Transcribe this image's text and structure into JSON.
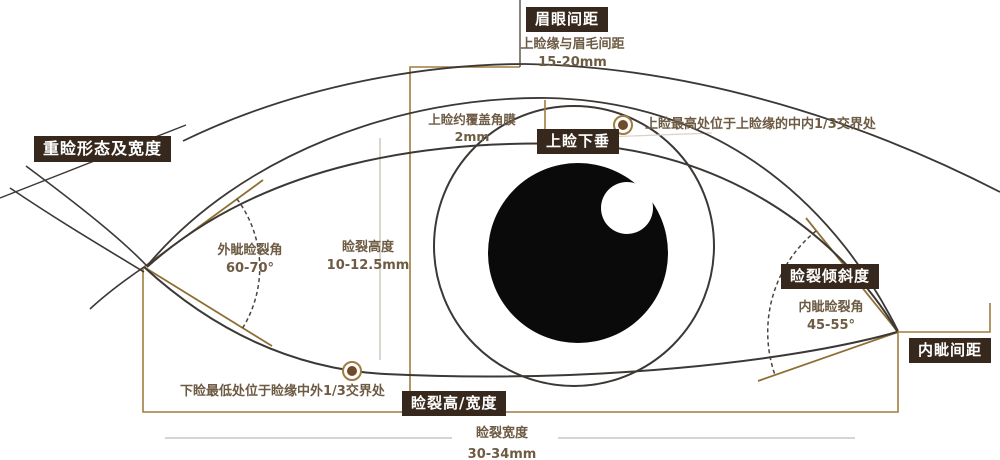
{
  "diagram": {
    "boxes": {
      "brow_eye": "眉眼间距",
      "double_lid": "重睑形态及宽度",
      "ptosis": "上睑下垂",
      "inclination": "睑裂倾斜度",
      "intercanthal": "内眦间距",
      "fissure_hw": "睑裂高/宽度"
    },
    "notes": {
      "brow_gap1": "上睑缘与眉毛间距",
      "brow_gap2": "15-20mm",
      "cornea1": "上睑约覆盖角膜",
      "cornea2": "2mm",
      "peak": "上睑最高处位于上睑缘的中内1/3交界处",
      "lat1": "外眦睑裂角",
      "lat2": "60-70°",
      "height1": "睑裂高度",
      "height2": "10-12.5mm",
      "med1": "内眦睑裂角",
      "med2": "45-55°",
      "low": "下睑最低处位于睑缘中外1/3交界处",
      "width1": "睑裂宽度",
      "width2": "30-34mm"
    },
    "colors": {
      "label_box_bg": "#37281d",
      "label_box_text": "#ffffff",
      "annotation_text": "#6e5b44",
      "gold_line": "#a07c3f",
      "tangent_line": "#8f6f35",
      "dark_line": "#3c3835",
      "light_line": "#ccc7c0",
      "pupil": "#0a0a0a",
      "marker_fill": "#6e4c28"
    }
  }
}
